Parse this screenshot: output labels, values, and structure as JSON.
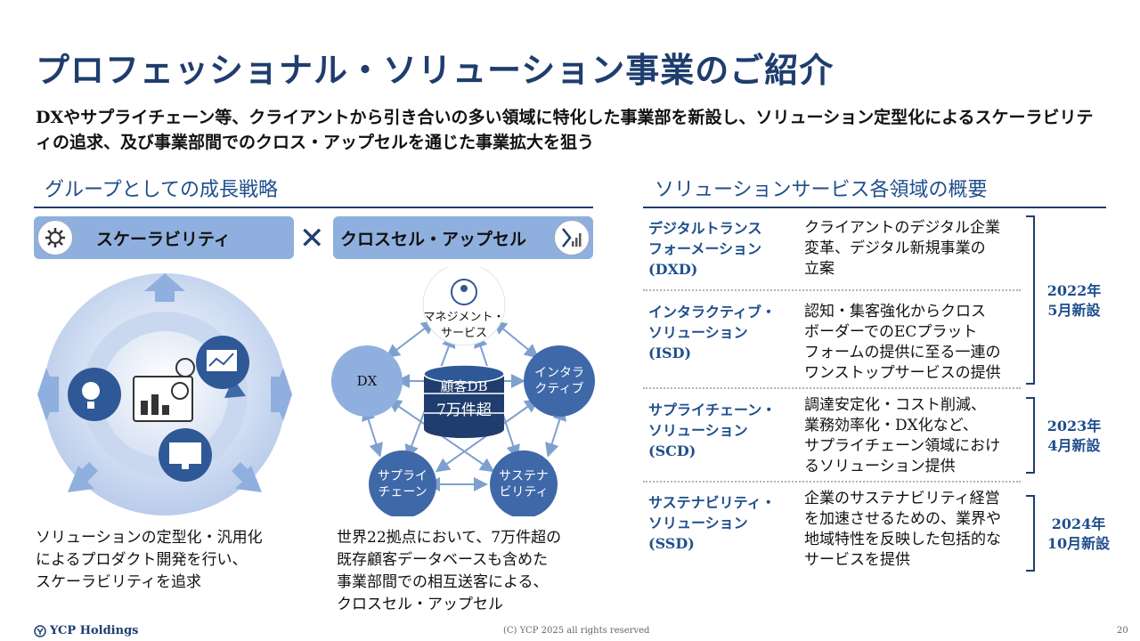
{
  "title": "プロフェッショナル・ソリューション事業のご紹介",
  "lead": "DXやサプライチェーン等、クライアントから引き合いの多い領域に特化した事業部を新設し、ソリューション定型化によるスケーラビリティの追求、及び事業部間でのクロス・アップセルを通じた事業拡大を狙う",
  "left": {
    "section_title": "グループとしての成長戦略",
    "pill_scalability": "スケーラビリティ",
    "times": "✕",
    "pill_crosssell": "クロスセル・アップセル",
    "caption_left": [
      "ソリューションの定型化・汎用化",
      "によるプロダクト開発を行い、",
      "スケーラビリティを追求"
    ],
    "caption_right": [
      "世界22拠点において、7万件超の",
      "既存顧客データベースも含めた",
      "事業部間での相互送客による、",
      "クロスセル・アップセル"
    ],
    "network": {
      "management": [
        "マネジメント・",
        "サービス"
      ],
      "dx": "DX",
      "interactive": [
        "インタラ",
        "クティブ"
      ],
      "supply": [
        "サプライ",
        "チェーン"
      ],
      "sustain": [
        "サステナ",
        "ビリティ"
      ],
      "db_label": "顧客DB",
      "db_count": "7万件超"
    }
  },
  "right": {
    "section_title": "ソリューションサービス各領域の概要",
    "services": [
      {
        "name": [
          "デジタルトランス",
          "フォーメーション",
          "(DXD)"
        ],
        "desc": [
          "クライアントのデジタル企業",
          "変革、デジタル新規事業の",
          "立案"
        ]
      },
      {
        "name": [
          "インタラクティブ・",
          "ソリューション",
          "(ISD)"
        ],
        "desc": [
          "認知・集客強化からクロス",
          "ボーダーでのECプラット",
          "フォームの提供に至る一連の",
          "ワンストップサービスの提供"
        ]
      },
      {
        "name": [
          "サプライチェーン・",
          "ソリューション",
          "(SCD)"
        ],
        "desc": [
          "調達安定化・コスト削減、",
          "業務効率化・DX化など、",
          "サプライチェーン領域におけ",
          "るソリューション提供"
        ]
      },
      {
        "name": [
          "サステナビリティ・",
          "ソリューション",
          "(SSD)"
        ],
        "desc": [
          "企業のサステナビリティ経営",
          "を加速させるための、業界や",
          "地域特性を反映した包括的な",
          "サービスを提供"
        ]
      }
    ],
    "tags": [
      [
        "2022年",
        "5月新設"
      ],
      [
        "2023年",
        "4月新設"
      ],
      [
        "2024年",
        "10月新設"
      ]
    ]
  },
  "footer": {
    "logo": "YCP Holdings",
    "copyright": "(C) YCP 2025 all rights reserved",
    "page": "20"
  },
  "colors": {
    "navy": "#1f3d6e",
    "accent": "#1f4e8c",
    "pill": "#8fb0de",
    "light": "#dbe6f5"
  }
}
